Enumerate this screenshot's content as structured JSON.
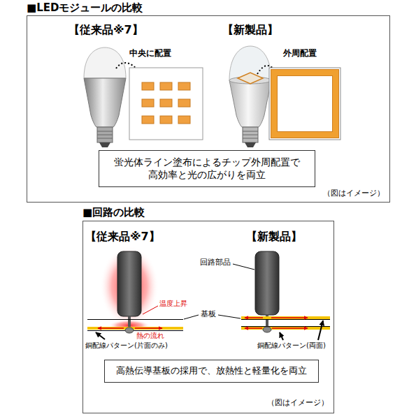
{
  "diagram": {
    "nodes": [
      {
        "text": [
          "■LEDモジュールの比較"
        ]
      },
      {
        "text": [
          "蛍光体ライン塗布によるチップ外周配置で 高効率と光の広がりを両立"
        ],
        "in": 0
      },
      {
        "text": [
          "■回路の比較"
        ]
      },
      {
        "text": [
          "高熱伝導基板の採用で、放熱性と軽量化を両立"
        ],
        "in": 2
      }
    ],
    "labels": [
      "【従来品※7】",
      "【新製品】",
      "中央に配置",
      "外周配置",
      "（図はイメージ）",
      "【従来品※7】",
      "【新製品】",
      "回路部品",
      "基板",
      "温度上昇",
      "熱の流れ",
      "銅配線パターン(片面のみ)",
      "銅配線パターン(両面)",
      "（図はイメージ）"
    ]
  }
}
